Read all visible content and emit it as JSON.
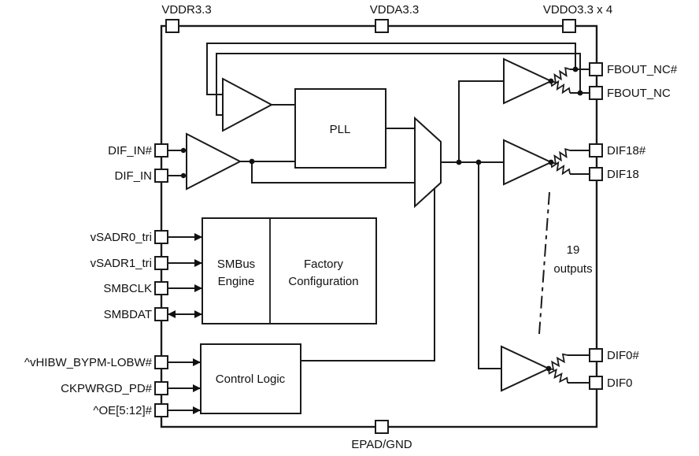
{
  "pins": {
    "top": [
      "VDDR3.3",
      "VDDA3.3",
      "VDDO3.3 x 4"
    ],
    "bottom": [
      "EPAD/GND"
    ],
    "left": [
      "DIF_IN#",
      "DIF_IN",
      "vSADR0_tri",
      "vSADR1_tri",
      "SMBCLK",
      "SMBDAT",
      "^vHIBW_BYPM-LOBW#",
      "CKPWRGD_PD#",
      "^OE[5:12]#"
    ],
    "right": [
      "FBOUT_NC#",
      "FBOUT_NC",
      "DIF18#",
      "DIF18",
      "DIF0#",
      "DIF0"
    ]
  },
  "blocks": {
    "pll": "PLL",
    "smbus": {
      "line1": "SMBus",
      "line2": "Engine"
    },
    "factory": {
      "line1": "Factory",
      "line2": "Configuration"
    },
    "control": "Control Logic"
  },
  "annotations": {
    "outputs_count": {
      "line1": "19",
      "line2": "outputs"
    }
  },
  "colors": {
    "line": "#1a1a1a",
    "background": "#ffffff"
  }
}
